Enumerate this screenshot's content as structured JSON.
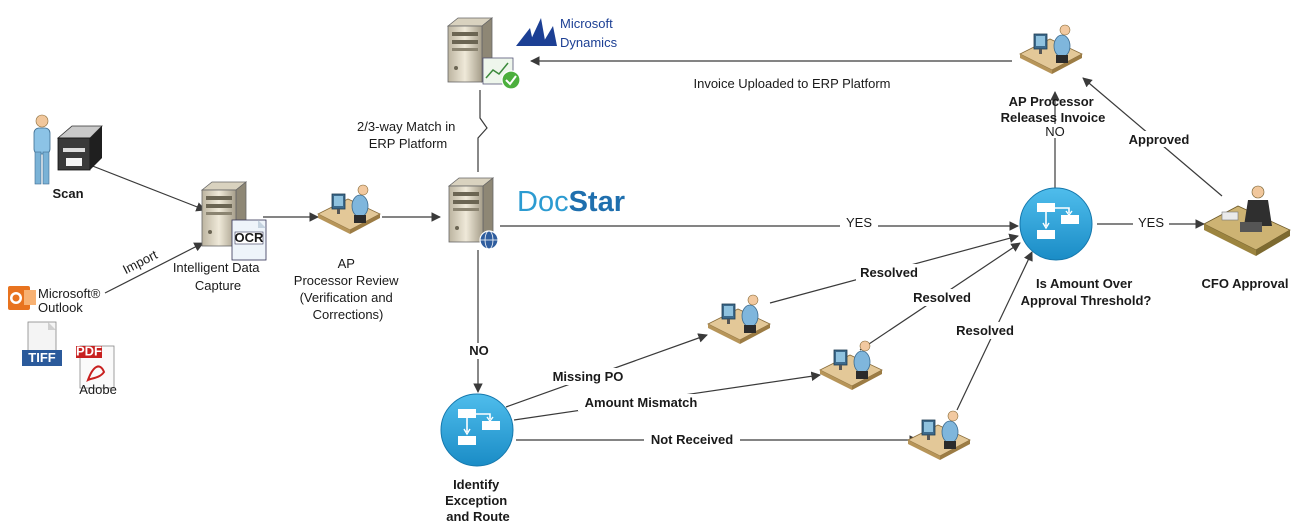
{
  "colors": {
    "line": "#3a3a3a",
    "process_circle": "#29a3dc",
    "docstar_blue": "#1f7fbf",
    "docstar_teal": "#2c9bd1",
    "msft_blue": "#1c3f94",
    "outlook_orange": "#e8731f",
    "tiff_blue": "#2b5a9b",
    "pdf_red": "#c8201f"
  },
  "logos": {
    "microsoft_dynamics": [
      "Microsoft",
      "Dynamics"
    ],
    "docstar": {
      "part1": "Doc",
      "part2": "Star"
    },
    "outlook": {
      "small": "Microsoft®",
      "name": "Outlook"
    },
    "tiff": "TIFF",
    "pdf": {
      "top": "PDF",
      "bottom": "Adobe"
    },
    "ocr": "OCR"
  },
  "nodes": {
    "scan": "Scan",
    "intelligent_capture": [
      "Intelligent Data",
      "Capture"
    ],
    "ap_review": [
      "AP",
      "Processor Review",
      "(Verification and",
      "Corrections)"
    ],
    "erp_match": [
      "2/3-way Match in",
      "ERP Platform"
    ],
    "ap_release": [
      "AP Processor",
      "Releases Invoice"
    ],
    "threshold": [
      "Is Amount Over",
      "Approval Threshold?"
    ],
    "cfo": "CFO Approval",
    "identify": [
      "Identify",
      "Exception",
      "and Route"
    ]
  },
  "edges": {
    "import": "Import",
    "uploaded": "Invoice Uploaded to ERP Platform",
    "yes_main": "YES",
    "yes_cfo": "YES",
    "no_release": "NO",
    "no_exception": "NO",
    "approved": "Approved",
    "missing_po": "Missing PO",
    "amount_mismatch": "Amount Mismatch",
    "not_received": "Not Received",
    "resolved_1": "Resolved",
    "resolved_2": "Resolved",
    "resolved_3": "Resolved"
  }
}
